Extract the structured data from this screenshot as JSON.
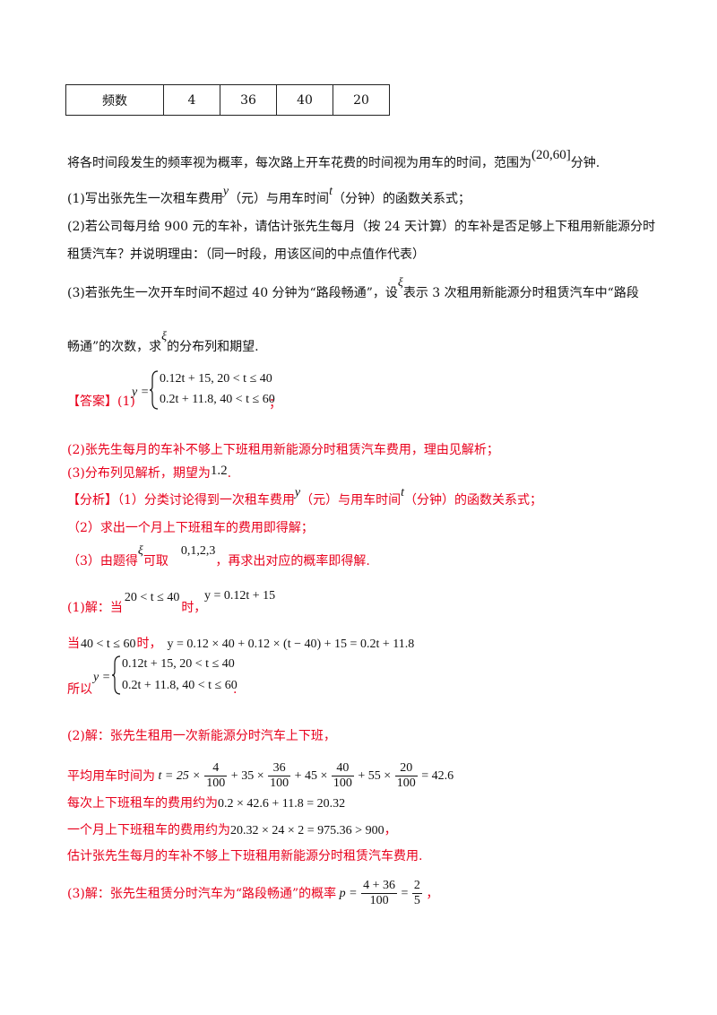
{
  "table": {
    "label": "频数",
    "values": [
      "4",
      "36",
      "40",
      "20"
    ]
  },
  "p_intro": {
    "text": "将各时间段发生的频率视为概率，每次路上开车花费的时间视为用车的时间，范围为",
    "range": "(20,60]",
    "unit": "分钟."
  },
  "q1": {
    "a": "(1)写出张先生一次租车费用",
    "y": "y",
    "b": "（元）与用车时间",
    "t": "t",
    "c": "（分钟）的函数关系式；"
  },
  "q2": {
    "line1": "(2)若公司每月给 900 元的车补，请估计张先生每月（按 24 天计算）的车补是否足够上下租用新能源分时",
    "line2": "租赁汽车？并说明理由：（同一时段，用该区间的中点值作代表）"
  },
  "q3": {
    "a": "(3)若张先生一次开车时间不超过 40 分钟为“路段畅通”，设",
    "xi": "ξ",
    "b": "表示 3 次租用新能源分时租赁汽车中“路段",
    "line2a": "畅通”的次数，求",
    "line2b": "的分布列和期望."
  },
  "answer": {
    "label": "【答案】(1)",
    "lhs": "y =",
    "case1": "0.12t + 15, 20 < t ≤ 40",
    "case2": "0.2t + 11.8, 40 < t ≤ 60",
    "end": "；",
    "a2": "(2)张先生每月的车补不够上下班租用新能源分时租赁汽车费用，理由见解析；",
    "a3a": "(3)分布列见解析，期望为",
    "a3v": "1.2",
    "a3end": "."
  },
  "analysis": {
    "label": "【分析】",
    "s1a": "（1）分类讨论得到一次租车费用",
    "s1b": "（元）与用车时间",
    "s1c": "（分钟）的函数关系式；",
    "s2": "（2）求出一个月上下班租车的费用即得解；",
    "s3a": "（3）由题得",
    "s3b": "可取",
    "s3vals": "0,1,2,3",
    "s3c": "，再求出对应的概率即得解."
  },
  "sol1": {
    "a": "(1)解：当",
    "cond": "20 < t ≤ 40",
    "b": "时，",
    "eq": "y = 0.12t + 15",
    "c": "当",
    "cond2": "40 < t ≤ 60",
    "d": "时，",
    "eq2": "y = 0.12 × 40 + 0.12 × (t − 40) + 15 = 0.2t + 11.8",
    "so": "所以",
    "end": "."
  },
  "sol2": {
    "a": "(2)解：张先生租用一次新能源分时汽车上下班，",
    "b": "平均用车时间为",
    "c": "每次上下班租车的费用约为",
    "c_eq": "0.2 × 42.6 + 11.8 = 20.32",
    "d": "一个月上下班租车的费用约为",
    "d_eq": "20.32 × 24 × 2 = 975.36 > 900",
    "d_end": "，",
    "e": "估计张先生每月的车补不够上下班租用新能源分时租赁汽车费用."
  },
  "sol3": {
    "a": "(3)解：张先生租赁分时汽车为“路段畅通”的概率",
    "p": "p =",
    "num": "4 + 36",
    "den": "100",
    "num2": "2",
    "den2": "5",
    "end": "，"
  },
  "avg_eq": {
    "t": "t = 25 ×",
    "f1n": "4",
    "f1d": "100",
    "p2": "+ 35 ×",
    "f2n": "36",
    "f2d": "100",
    "p3": "+ 45 ×",
    "f3n": "40",
    "f3d": "100",
    "p4": "+ 55 ×",
    "f4n": "20",
    "f4d": "100",
    "res": "= 42.6"
  }
}
